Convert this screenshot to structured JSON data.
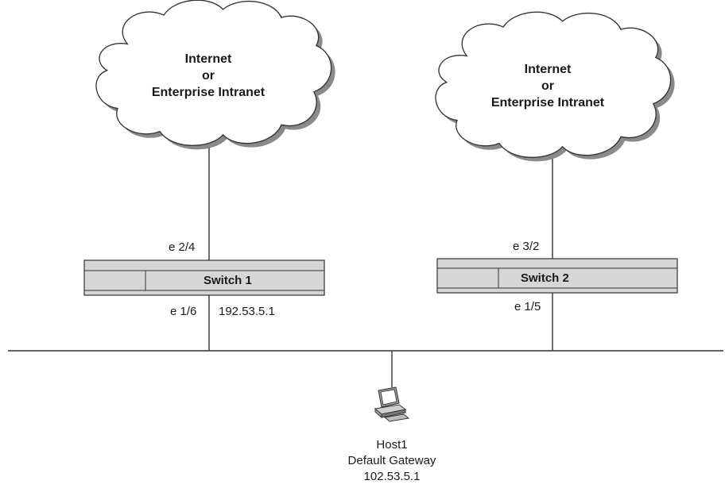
{
  "clouds": [
    {
      "lines": [
        "Internet",
        "or",
        "Enterprise Intranet"
      ]
    },
    {
      "lines": [
        "Internet",
        "or",
        "Enterprise Intranet"
      ]
    }
  ],
  "switches": [
    {
      "label": "Switch 1",
      "uplink_port": "e 2/4",
      "lan_port": "e 1/6",
      "ip": "192.53.5.1"
    },
    {
      "label": "Switch 2",
      "uplink_port": "e 3/2",
      "lan_port": "e 1/5"
    }
  ],
  "host": {
    "name": "Host1",
    "gateway_label": "Default Gateway",
    "gateway_ip": "102.53.5.1"
  },
  "colors": {
    "line": "#333333",
    "cloud_fill": "#ffffff",
    "cloud_shadow": "#8a8a8a",
    "switch_fill": "#d6d6d6"
  }
}
